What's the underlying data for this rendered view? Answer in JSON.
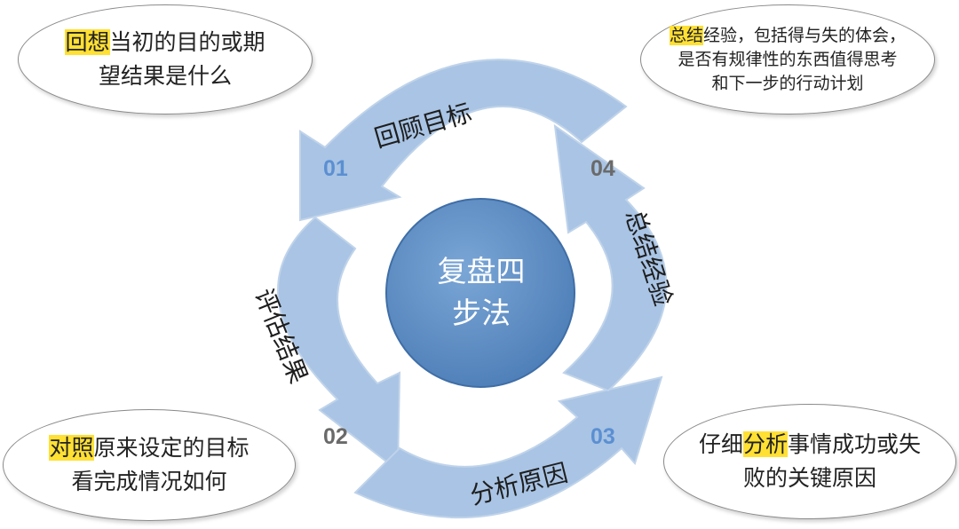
{
  "center": {
    "line1": "复盘四",
    "line2": "步法"
  },
  "steps": [
    {
      "number": "01",
      "label": "回顾目标"
    },
    {
      "number": "02",
      "label": "评估结果"
    },
    {
      "number": "03",
      "label": "分析原因"
    },
    {
      "number": "04",
      "label": "总结经验"
    }
  ],
  "bubbles": {
    "top_left": {
      "highlight": "回想",
      "text": "当初的目的或期",
      "line2": "望结果是什么"
    },
    "bottom_left": {
      "highlight": "对照",
      "text": "原来设定的目标",
      "line2": "看完成情况如何"
    },
    "bottom_right": {
      "prefix": "仔细",
      "highlight": "分析",
      "text": "事情成功或失",
      "line2": "败的关键原因"
    },
    "top_right": {
      "highlight": "总结",
      "text": "经验，包括得与失的体会，",
      "line2": "是否有规律性的东西值得思考",
      "line3": "和下一步的行动计划"
    }
  },
  "colors": {
    "arrow_fill": "#a9c4e4",
    "center_fill": "#5d8dc4",
    "number_blue": "#5b8fd2",
    "number_gray": "#6a6a6a",
    "highlight": "#ffe033"
  }
}
